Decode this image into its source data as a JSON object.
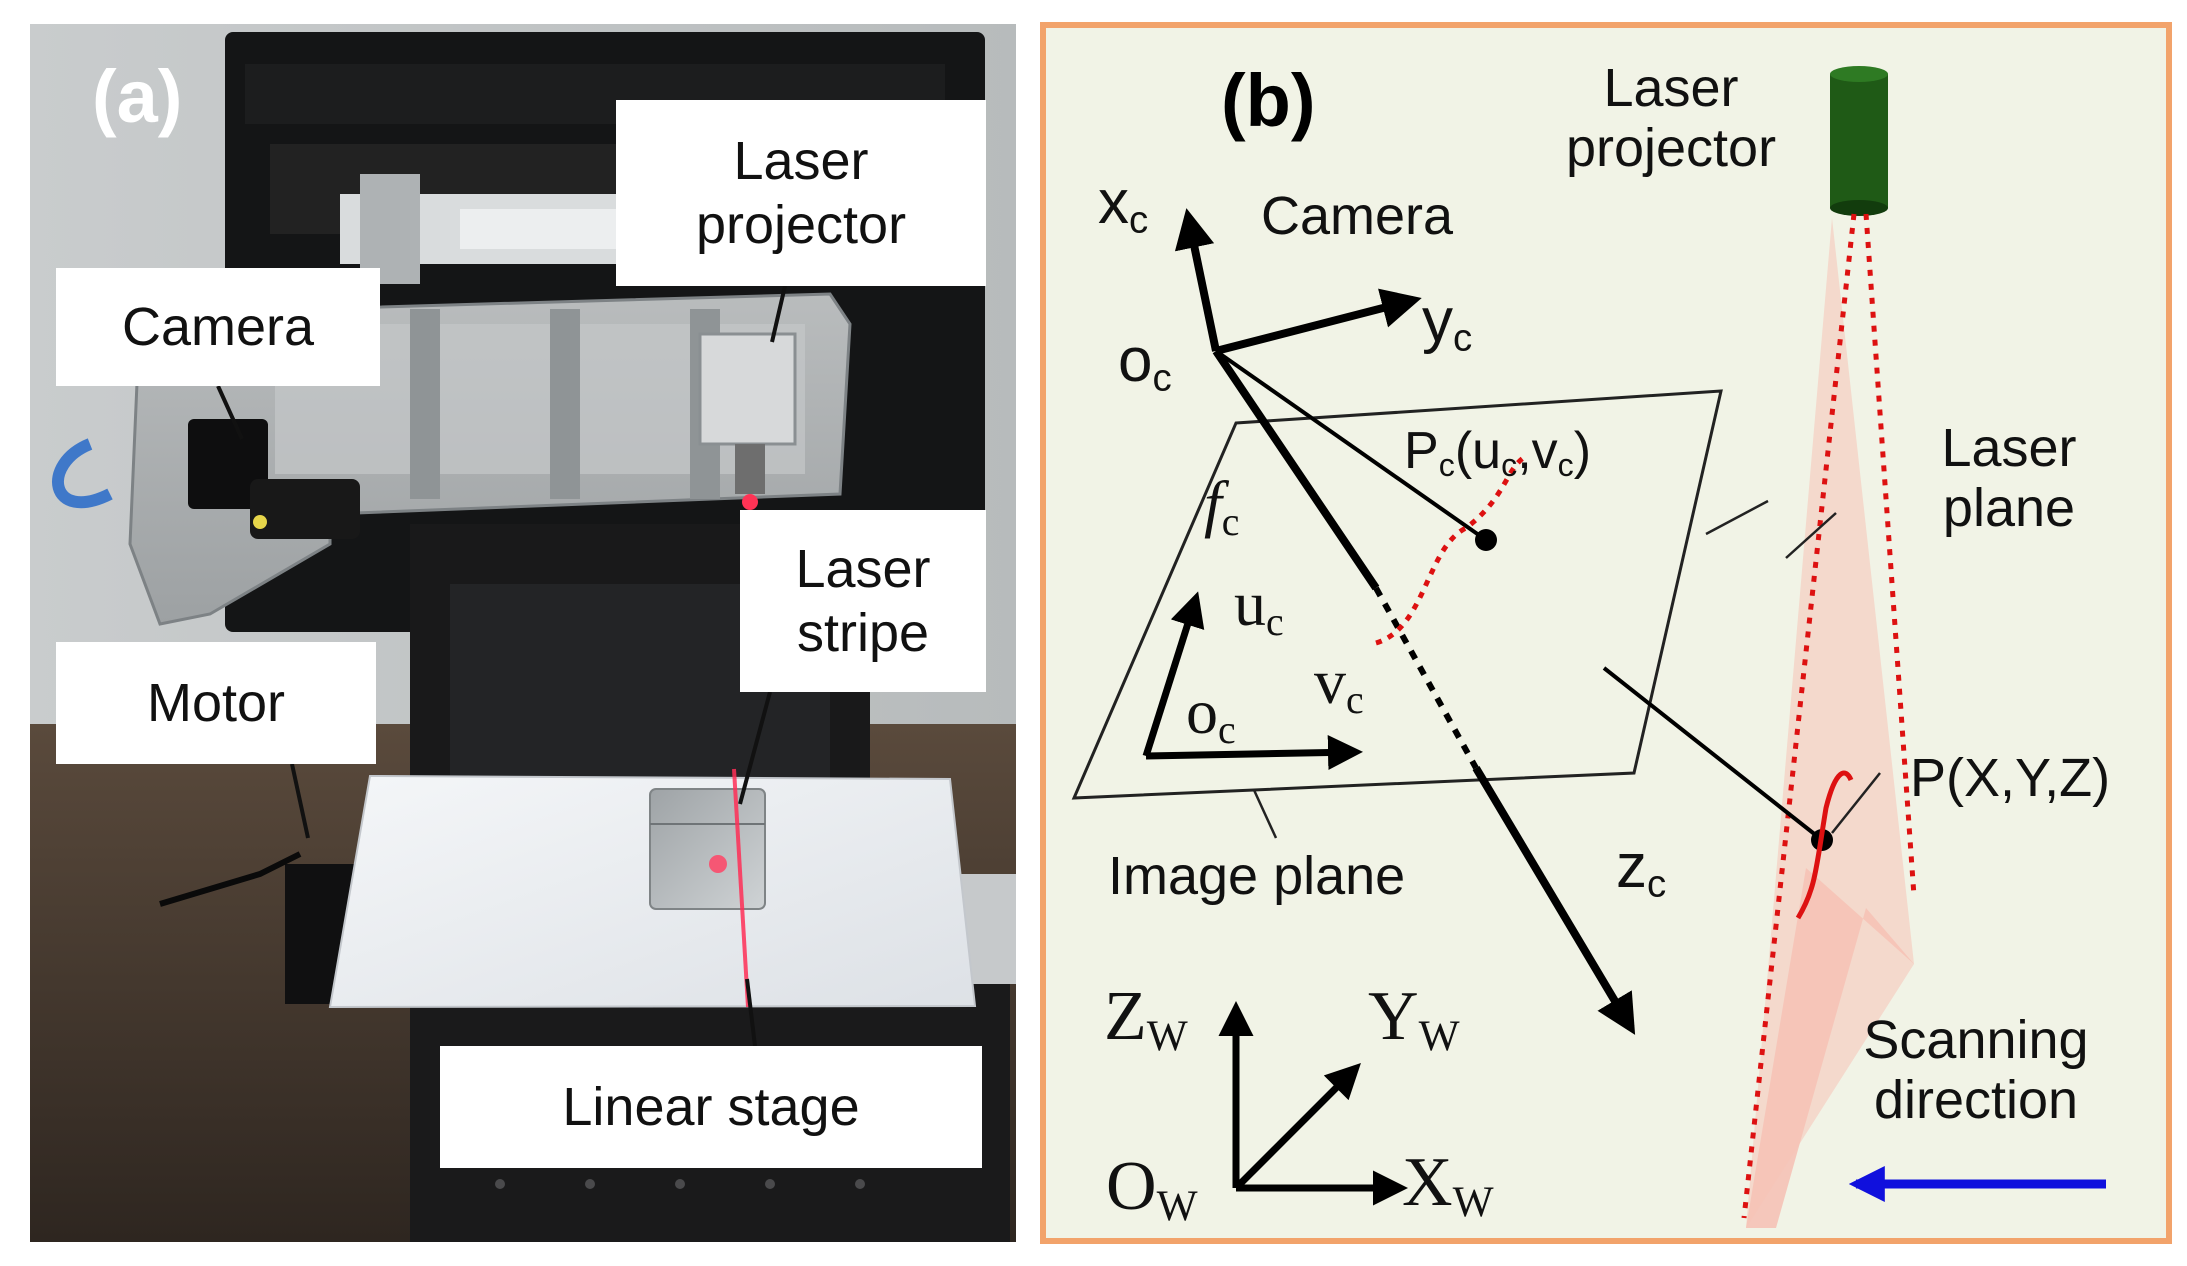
{
  "panel_a": {
    "label": "(a)",
    "callouts": {
      "laser_projector": "Laser\nprojector",
      "camera": "Camera",
      "laser_stripe": "Laser\nstripe",
      "motor": "Motor",
      "linear_stage": "Linear stage"
    }
  },
  "panel_b": {
    "label": "(b)",
    "text": {
      "laser_projector": "Laser\nprojector",
      "camera": "Camera",
      "laser_plane": "Laser\nplane",
      "image_plane": "Image plane",
      "scanning_direction": "Scanning\ndirection",
      "xc": "x",
      "xc_sub": "c",
      "yc": "y",
      "yc_sub": "c",
      "zc": "z",
      "zc_sub": "c",
      "oc_cam": "o",
      "oc_cam_sub": "c",
      "pc": "P",
      "pc_sub": "c",
      "pc_rest": "(u",
      "pc_sub2": "c",
      "pc_rest2": ",v",
      "pc_sub3": "c",
      "pc_rest3": ")",
      "fc": "f",
      "fc_sub": "c",
      "uc": "u",
      "uc_sub": "c",
      "vc": "v",
      "vc_sub": "c",
      "oc_img": "o",
      "oc_img_sub": "c",
      "p_world": "P(X,Y,Z)",
      "zw": "Z",
      "zw_sub": "W",
      "yw": "Y",
      "yw_sub": "W",
      "xw": "X",
      "xw_sub": "W",
      "ow": "O",
      "ow_sub": "W"
    },
    "colors": {
      "border": "#f2a36b",
      "background": "#f1f3e6",
      "laser_dots": "#dd1111",
      "laser_plane_fill": "#f5c2b6",
      "projector": "#1f5a16",
      "arrow_scan": "#1010dd"
    }
  }
}
